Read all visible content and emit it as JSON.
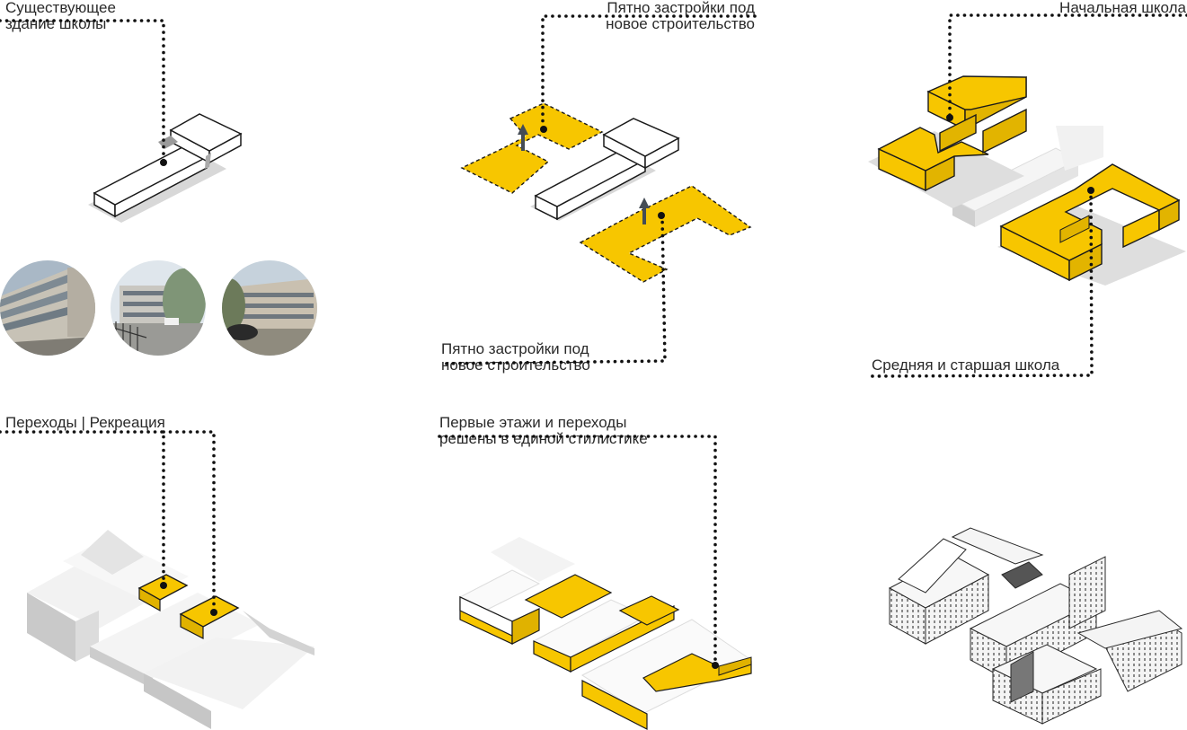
{
  "labels": {
    "existing": {
      "line1": "Существующее",
      "line2": "здание школы"
    },
    "footprint_top": {
      "line1": "Пятно застройки под",
      "line2": "новое строительство"
    },
    "primary": "Начальная школа",
    "footprint_bottom": {
      "line1": "Пятно застройки под",
      "line2": "новое строительство"
    },
    "middle_senior": "Средняя и старшая школа",
    "passages": "Переходы | Рекреация",
    "ground_floors": {
      "line1": "Первые этажи и переходы",
      "line2": "решены в единой стилистике"
    }
  },
  "colors": {
    "accent": "#f7c600",
    "outline": "#1a1a1a",
    "shadow": "#d6d6d6",
    "leader": "#111111"
  }
}
